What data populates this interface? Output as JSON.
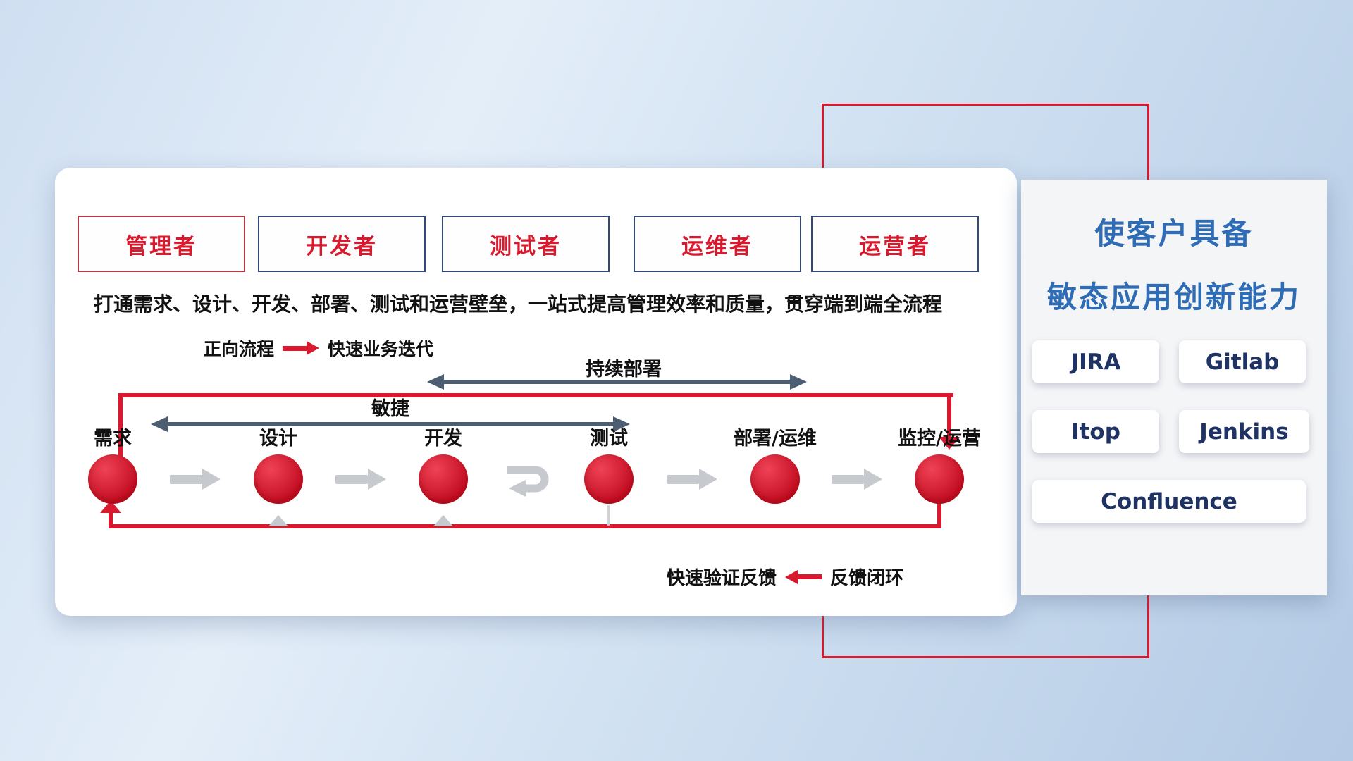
{
  "colors": {
    "accent_red": "#d8192e",
    "navy_text": "#1e3264",
    "title_blue": "#2e6cb5",
    "dark_arrow": "#4d5e72",
    "gray_arrow": "#c6cacf"
  },
  "roles": [
    {
      "label": "管理者"
    },
    {
      "label": "开发者"
    },
    {
      "label": "测试者"
    },
    {
      "label": "运维者"
    },
    {
      "label": "运营者"
    }
  ],
  "description": "打通需求、设计、开发、部署、测试和运营壁垒，一站式提高管理效率和质量，贯穿端到端全流程",
  "legend_forward": {
    "label": "正向流程",
    "value": "快速业务迭代"
  },
  "flow": {
    "stages": [
      {
        "label": "需求"
      },
      {
        "label": "设计"
      },
      {
        "label": "开发"
      },
      {
        "label": "测试"
      },
      {
        "label": "部署/运维"
      },
      {
        "label": "监控/运营"
      }
    ],
    "agile_label": "敏捷",
    "continuous_deployment_label": "持续部署"
  },
  "legend_feedback": {
    "label": "快速验证反馈",
    "value": "反馈闭环"
  },
  "side_panel": {
    "title_line1": "使客户具备",
    "title_line2": "敏态应用创新能力",
    "tools": [
      {
        "label": "JIRA"
      },
      {
        "label": "Gitlab"
      },
      {
        "label": "Itop"
      },
      {
        "label": "Jenkins"
      },
      {
        "label": "Confluence"
      }
    ]
  }
}
